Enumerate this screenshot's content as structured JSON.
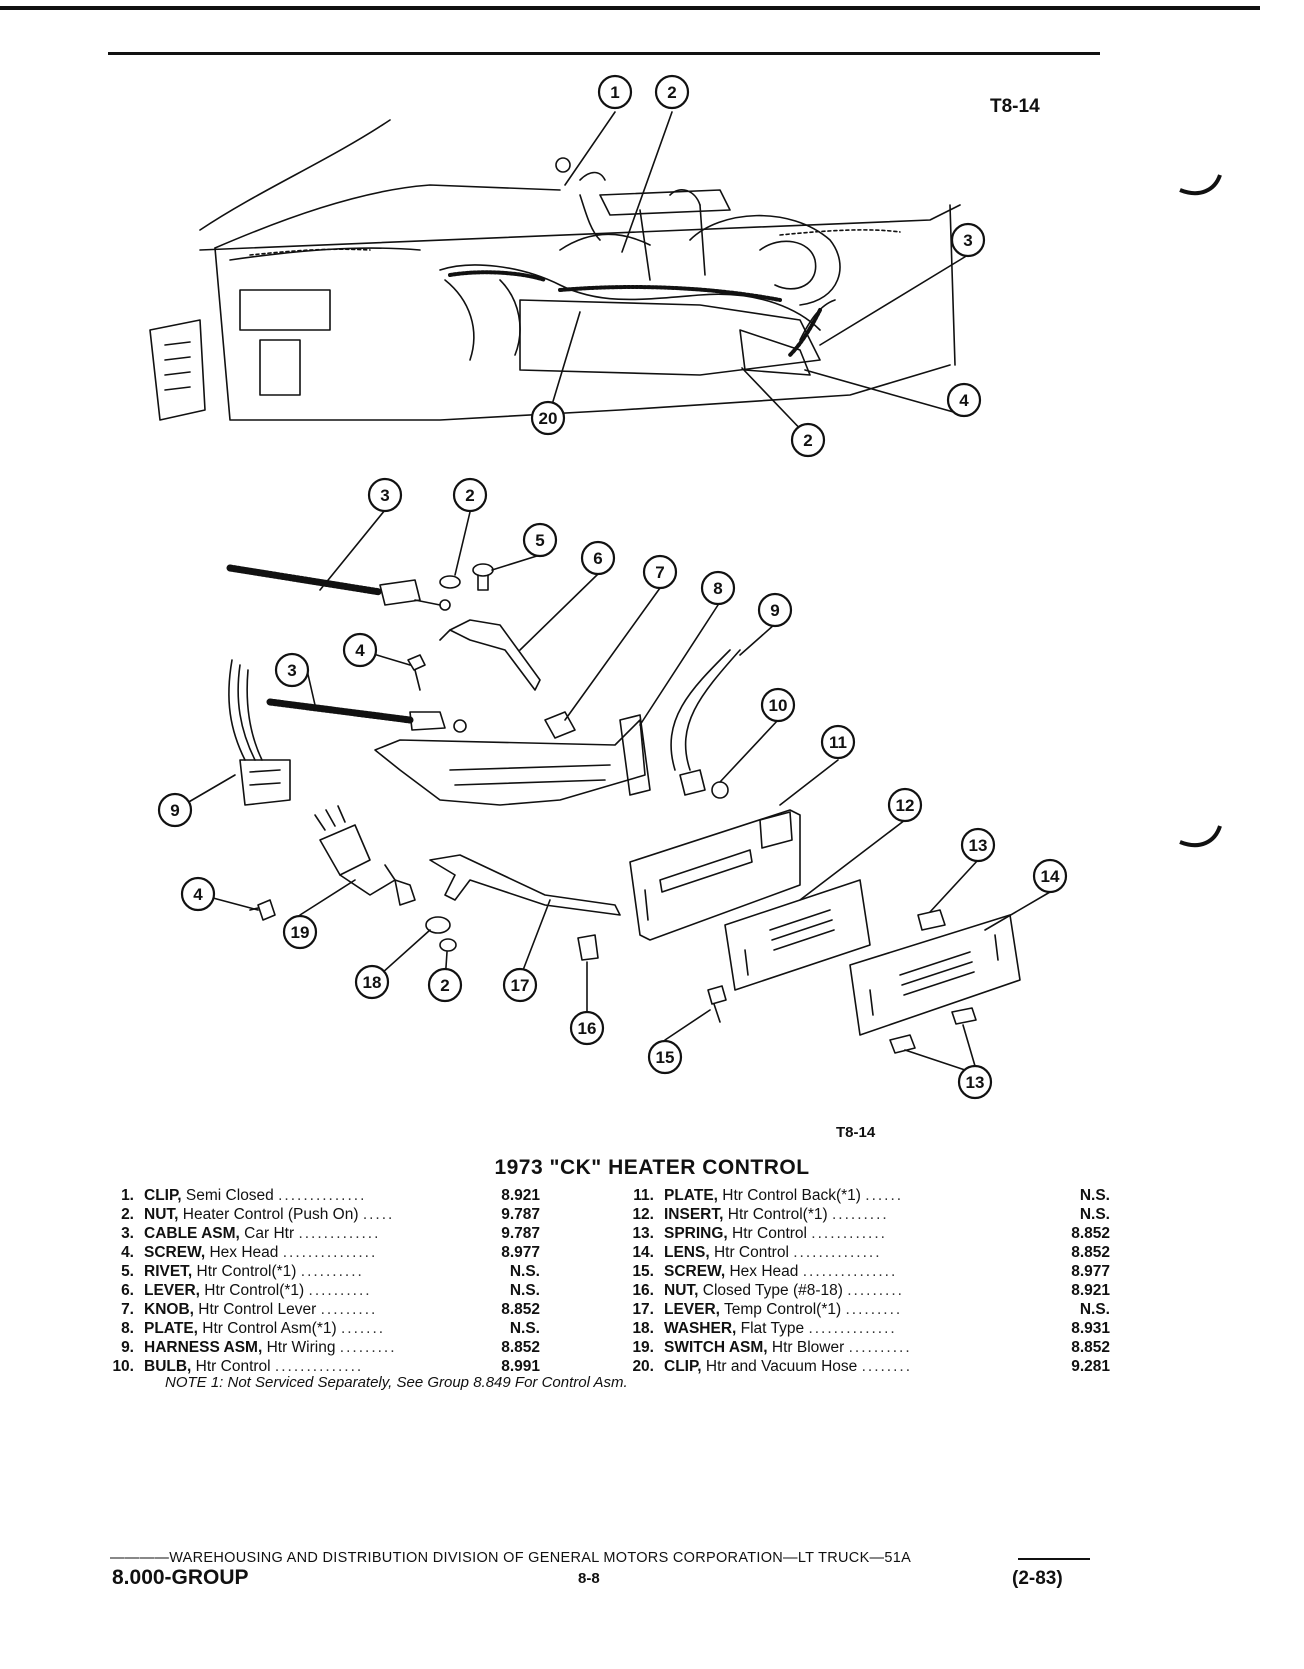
{
  "figure_code_top": "T8-14",
  "figure_code_bottom": "T8-14",
  "title": "1973 \"CK\" HEATER CONTROL",
  "parts_left": [
    {
      "num": "1.",
      "name": "CLIP,",
      "desc": "Semi Closed",
      "group": "8.921"
    },
    {
      "num": "2.",
      "name": "NUT,",
      "desc": "Heater Control (Push On)",
      "group": "9.787"
    },
    {
      "num": "3.",
      "name": "CABLE ASM,",
      "desc": "Car Htr",
      "group": "9.787"
    },
    {
      "num": "4.",
      "name": "SCREW,",
      "desc": "Hex Head",
      "group": "8.977"
    },
    {
      "num": "5.",
      "name": "RIVET,",
      "desc": "Htr Control(*1)",
      "group": "N.S."
    },
    {
      "num": "6.",
      "name": "LEVER,",
      "desc": "Htr Control(*1)",
      "group": "N.S."
    },
    {
      "num": "7.",
      "name": "KNOB,",
      "desc": "Htr Control Lever",
      "group": "8.852"
    },
    {
      "num": "8.",
      "name": "PLATE,",
      "desc": "Htr Control Asm(*1)",
      "group": "N.S."
    },
    {
      "num": "9.",
      "name": "HARNESS ASM,",
      "desc": "Htr Wiring",
      "group": "8.852"
    },
    {
      "num": "10.",
      "name": "BULB,",
      "desc": "Htr Control",
      "group": "8.991"
    }
  ],
  "parts_right": [
    {
      "num": "11.",
      "name": "PLATE,",
      "desc": "Htr Control Back(*1)",
      "group": "N.S."
    },
    {
      "num": "12.",
      "name": "INSERT,",
      "desc": "Htr Control(*1)",
      "group": "N.S."
    },
    {
      "num": "13.",
      "name": "SPRING,",
      "desc": "Htr Control",
      "group": "8.852"
    },
    {
      "num": "14.",
      "name": "LENS,",
      "desc": "Htr Control",
      "group": "8.852"
    },
    {
      "num": "15.",
      "name": "SCREW,",
      "desc": "Hex Head",
      "group": "8.977"
    },
    {
      "num": "16.",
      "name": "NUT,",
      "desc": "Closed Type (#8-18)",
      "group": "8.921"
    },
    {
      "num": "17.",
      "name": "LEVER,",
      "desc": "Temp Control(*1)",
      "group": "N.S."
    },
    {
      "num": "18.",
      "name": "WASHER,",
      "desc": "Flat Type",
      "group": "8.931"
    },
    {
      "num": "19.",
      "name": "SWITCH ASM,",
      "desc": "Htr Blower",
      "group": "8.852"
    },
    {
      "num": "20.",
      "name": "CLIP,",
      "desc": "Htr and Vacuum Hose",
      "group": "9.281"
    }
  ],
  "note": "NOTE 1: Not Serviced Separately, See Group 8.849 For Control Asm.",
  "footer": {
    "line": "————WAREHOUSING AND DISTRIBUTION  DIVISION OF GENERAL MOTORS CORPORATION—LT TRUCK—51A",
    "group": "8.000-GROUP",
    "page": "8-8",
    "date": "(2-83)"
  },
  "callouts_top": [
    "1",
    "2",
    "3",
    "4",
    "2",
    "20"
  ],
  "callouts_bottom": [
    "3",
    "2",
    "5",
    "6",
    "7",
    "8",
    "9",
    "3",
    "4",
    "10",
    "11",
    "9",
    "12",
    "13",
    "14",
    "4",
    "19",
    "18",
    "2",
    "17",
    "16",
    "15",
    "13"
  ]
}
